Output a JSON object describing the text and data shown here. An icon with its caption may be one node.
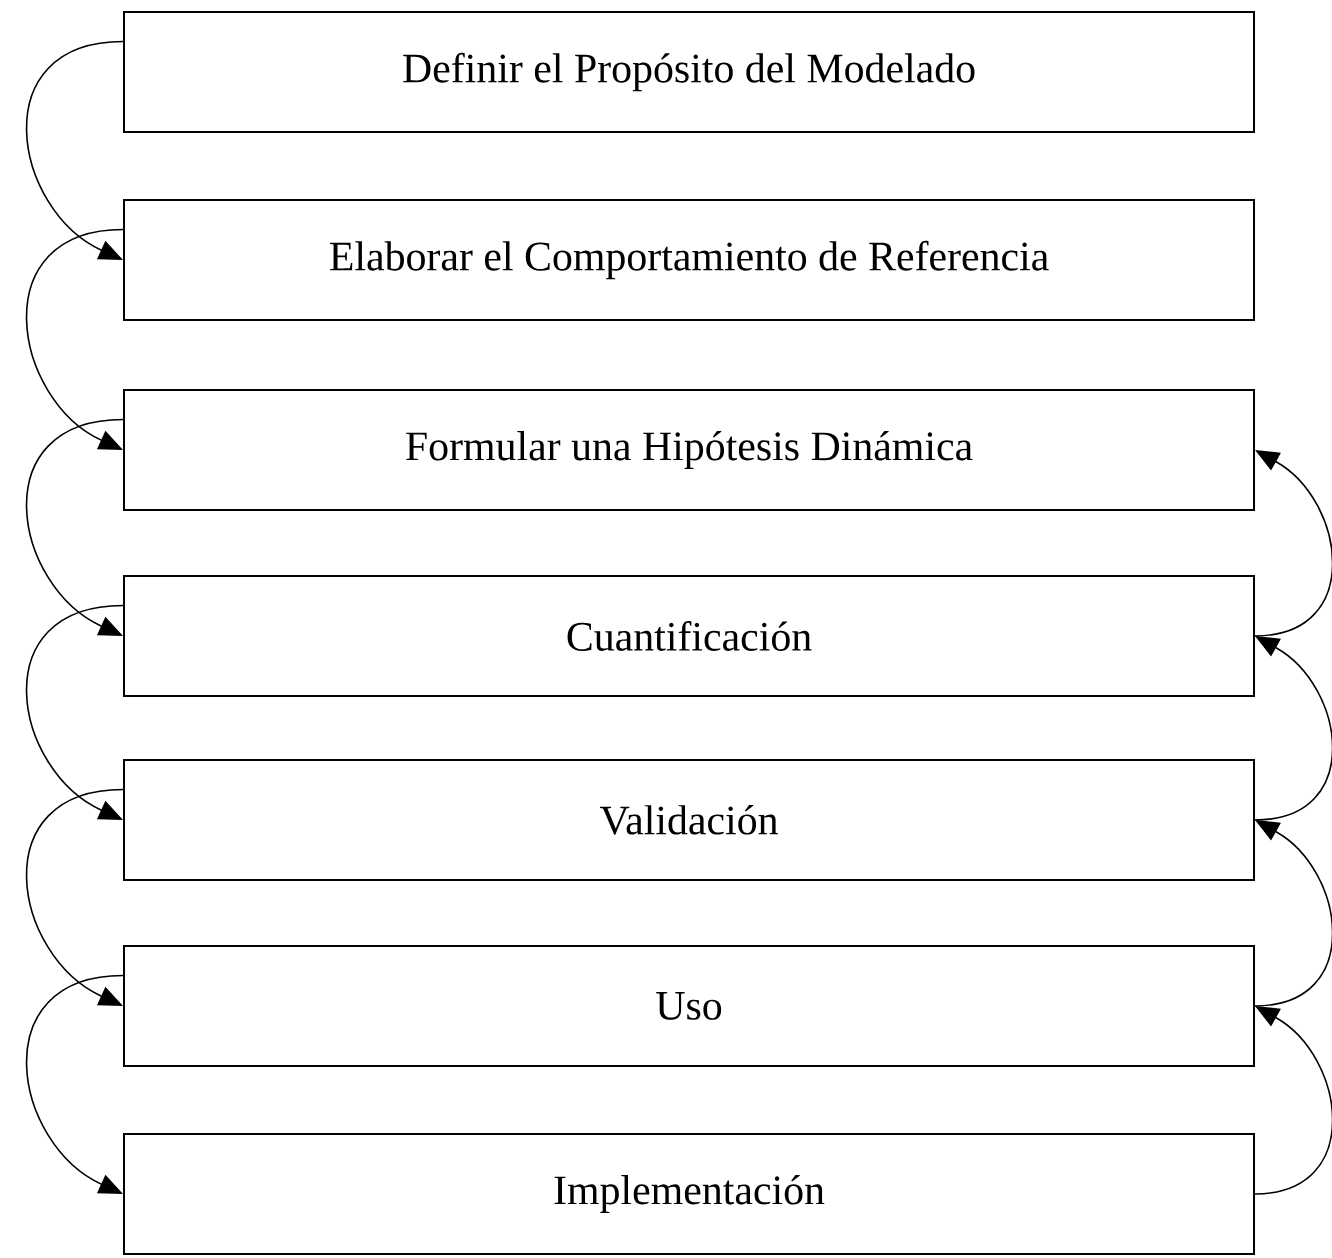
{
  "diagram": {
    "nodes": [
      {
        "text": [
          "Definir el Propósito del Modelado"
        ]
      },
      {
        "text": [
          "Elaborar el Comportamiento de Referencia"
        ]
      },
      {
        "text": [
          "Formular una Hipótesis Dinámica"
        ]
      },
      {
        "text": [
          "Cuantificación"
        ]
      },
      {
        "text": [
          "Validación"
        ]
      },
      {
        "text": [
          "Uso"
        ]
      },
      {
        "text": [
          "Implementación"
        ]
      }
    ],
    "edges": [
      {
        "from": 0,
        "to": 1,
        "arrow": "to"
      },
      {
        "from": 1,
        "to": 2,
        "arrow": "to"
      },
      {
        "from": 2,
        "to": 3,
        "arrow": "to"
      },
      {
        "from": 3,
        "to": 4,
        "arrow": "to"
      },
      {
        "from": 4,
        "to": 5,
        "arrow": "to"
      },
      {
        "from": 5,
        "to": 6,
        "arrow": "to"
      },
      {
        "from": 6,
        "to": 5,
        "arrow": "to"
      },
      {
        "from": 5,
        "to": 4,
        "arrow": "to"
      },
      {
        "from": 4,
        "to": 3,
        "arrow": "to"
      },
      {
        "from": 3,
        "to": 2,
        "arrow": "to"
      }
    ]
  }
}
